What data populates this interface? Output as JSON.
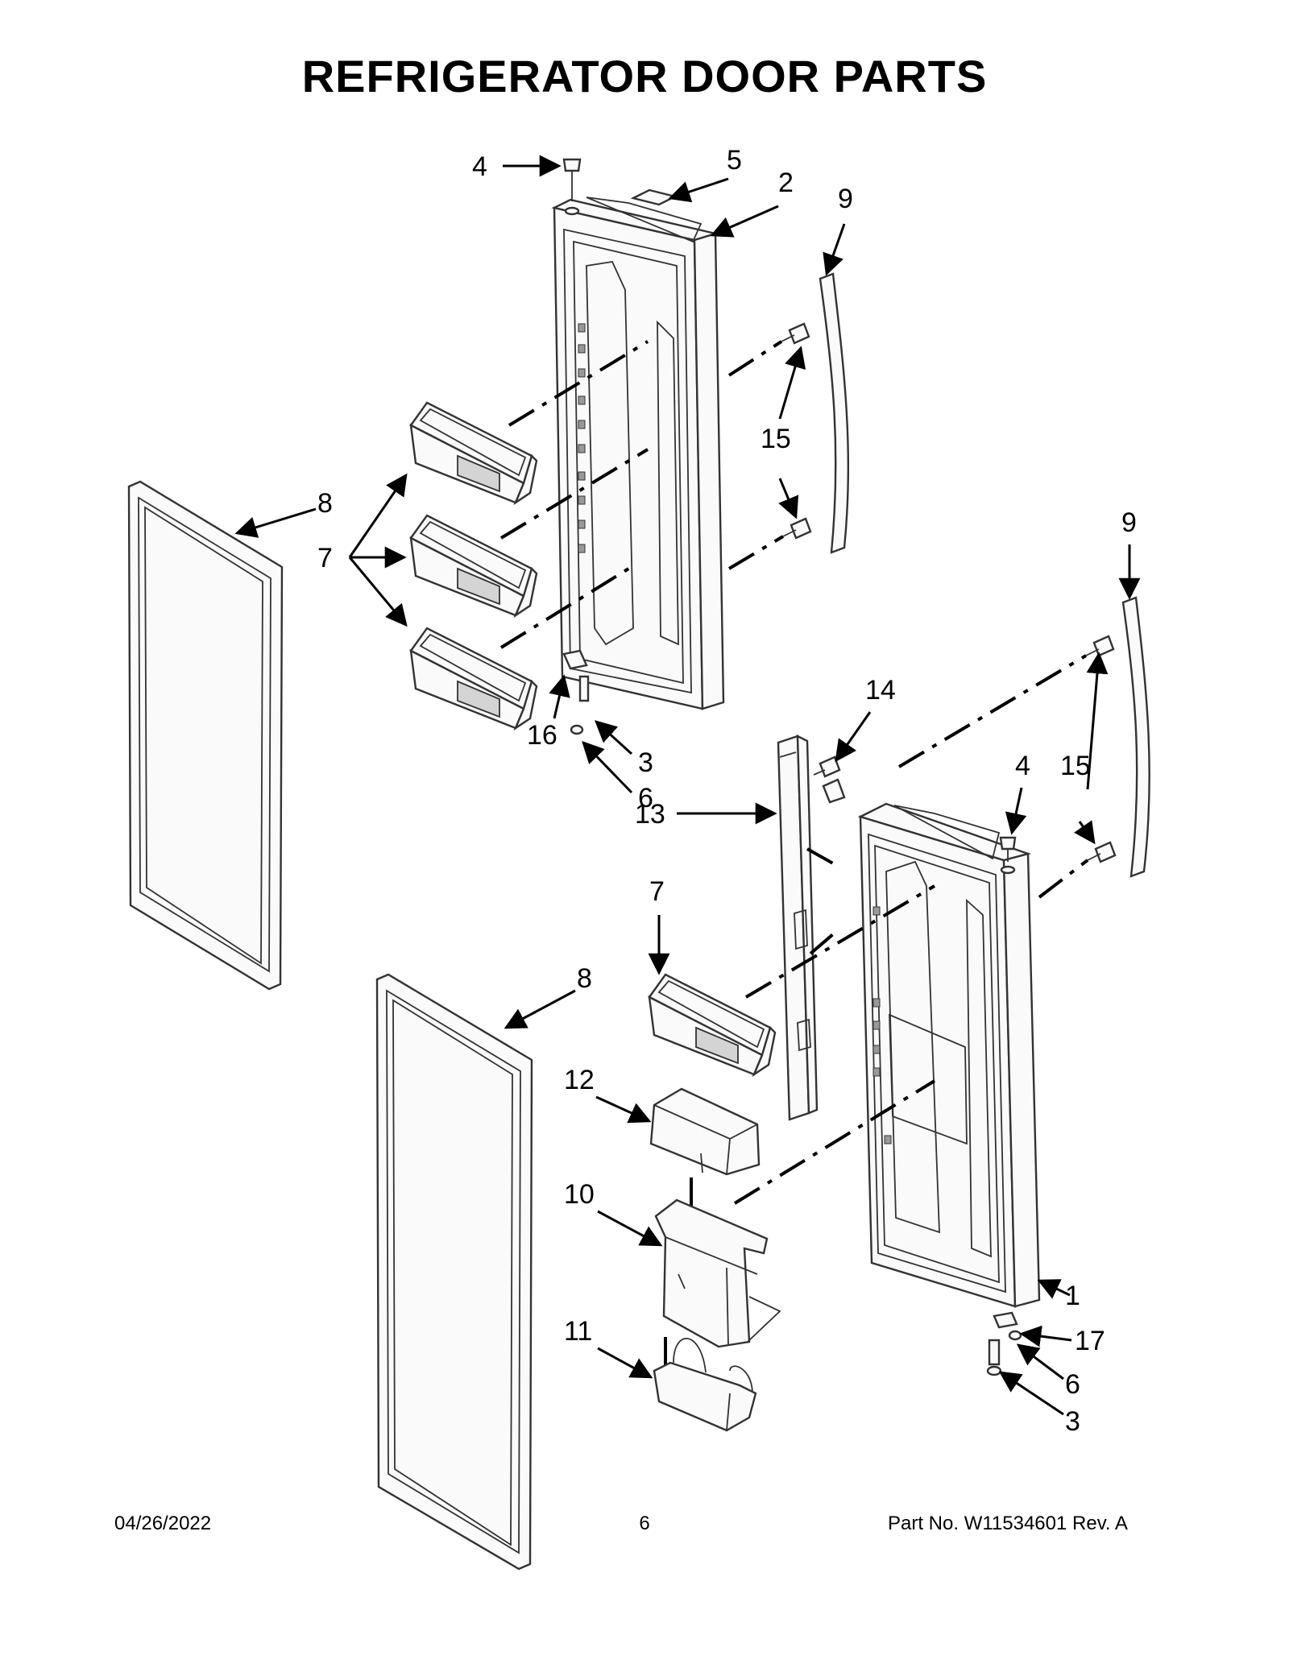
{
  "title": "REFRIGERATOR DOOR PARTS",
  "footer": {
    "date": "04/26/2022",
    "page": "6",
    "part_no": "Part No.  W11534601   Rev.  A"
  },
  "callouts": {
    "c_4a": "4",
    "c_5": "5",
    "c_2": "2",
    "c_9a": "9",
    "c_15a": "15",
    "c_8a": "8",
    "c_7a": "7",
    "c_16": "16",
    "c_3a": "3",
    "c_6a": "6",
    "c_9b": "9",
    "c_14": "14",
    "c_4b": "4",
    "c_15b": "15",
    "c_13": "13",
    "c_7b": "7",
    "c_8b": "8",
    "c_12": "12",
    "c_10": "10",
    "c_11": "11",
    "c_1": "1",
    "c_17": "17",
    "c_6b": "6",
    "c_3b": "3"
  }
}
